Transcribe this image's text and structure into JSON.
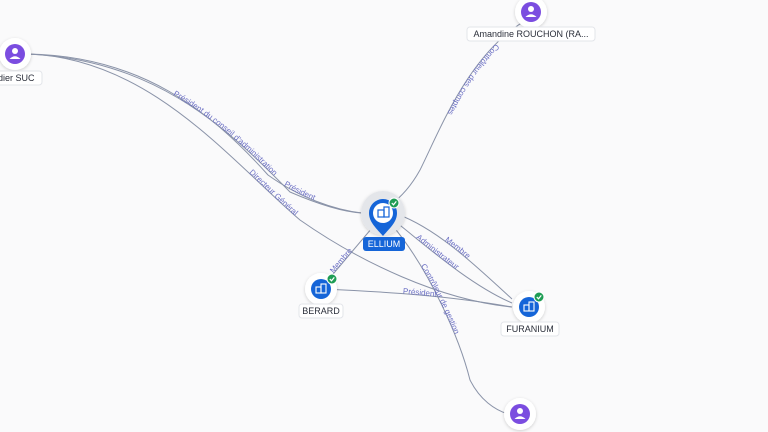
{
  "colors": {
    "person": "#7b4de0",
    "company": "#1565d8",
    "check": "#1f9d55",
    "edge": "#8a93a8",
    "edge_label": "#6b6fc4"
  },
  "nodes": {
    "didier": {
      "label": "dier SUC",
      "type": "person",
      "icon": "person-icon"
    },
    "amandine": {
      "label": "Amandine ROUCHON (RA...",
      "type": "person",
      "icon": "person-icon"
    },
    "ellium": {
      "label": "ELLIUM",
      "type": "company-main",
      "icon": "building-icon",
      "verified": true
    },
    "berard": {
      "label": "BERARD",
      "type": "company",
      "icon": "building-icon",
      "verified": true
    },
    "furanium": {
      "label": "FURANIUM",
      "type": "company",
      "icon": "building-icon",
      "verified": true
    },
    "bottom_person": {
      "label": "",
      "type": "person",
      "icon": "person-icon"
    }
  },
  "edges": {
    "didier_ellium_a": "Président du conseil d'administration",
    "didier_ellium_b": "Président",
    "didier_furanium": "Directeur Général",
    "amandine_ellium": "Contrôleur des comptes",
    "berard_ellium": "Membre",
    "berard_furanium": "Président",
    "ellium_furanium_a": "Membre",
    "ellium_furanium_b": "Administrateur",
    "ellium_bottom": "Contrôleur de gestion"
  }
}
